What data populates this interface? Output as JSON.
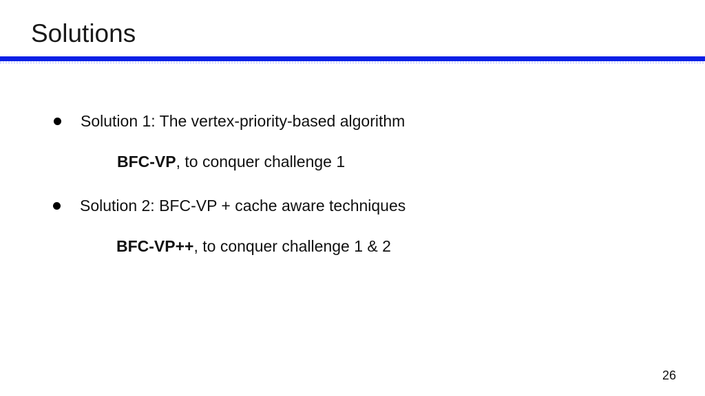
{
  "slide": {
    "title": "Solutions",
    "page_number": "26"
  },
  "bullets": [
    {
      "text": "Solution 1: The vertex-priority-based algorithm",
      "detail_strong": "BFC-VP",
      "detail_rest": ", to conquer challenge 1"
    },
    {
      "text": "Solution 2: BFC-VP + cache aware techniques",
      "detail_strong": "BFC-VP++",
      "detail_rest": ", to conquer challenge 1 & 2"
    }
  ],
  "colors": {
    "title_rule": "#0a1fe6"
  }
}
